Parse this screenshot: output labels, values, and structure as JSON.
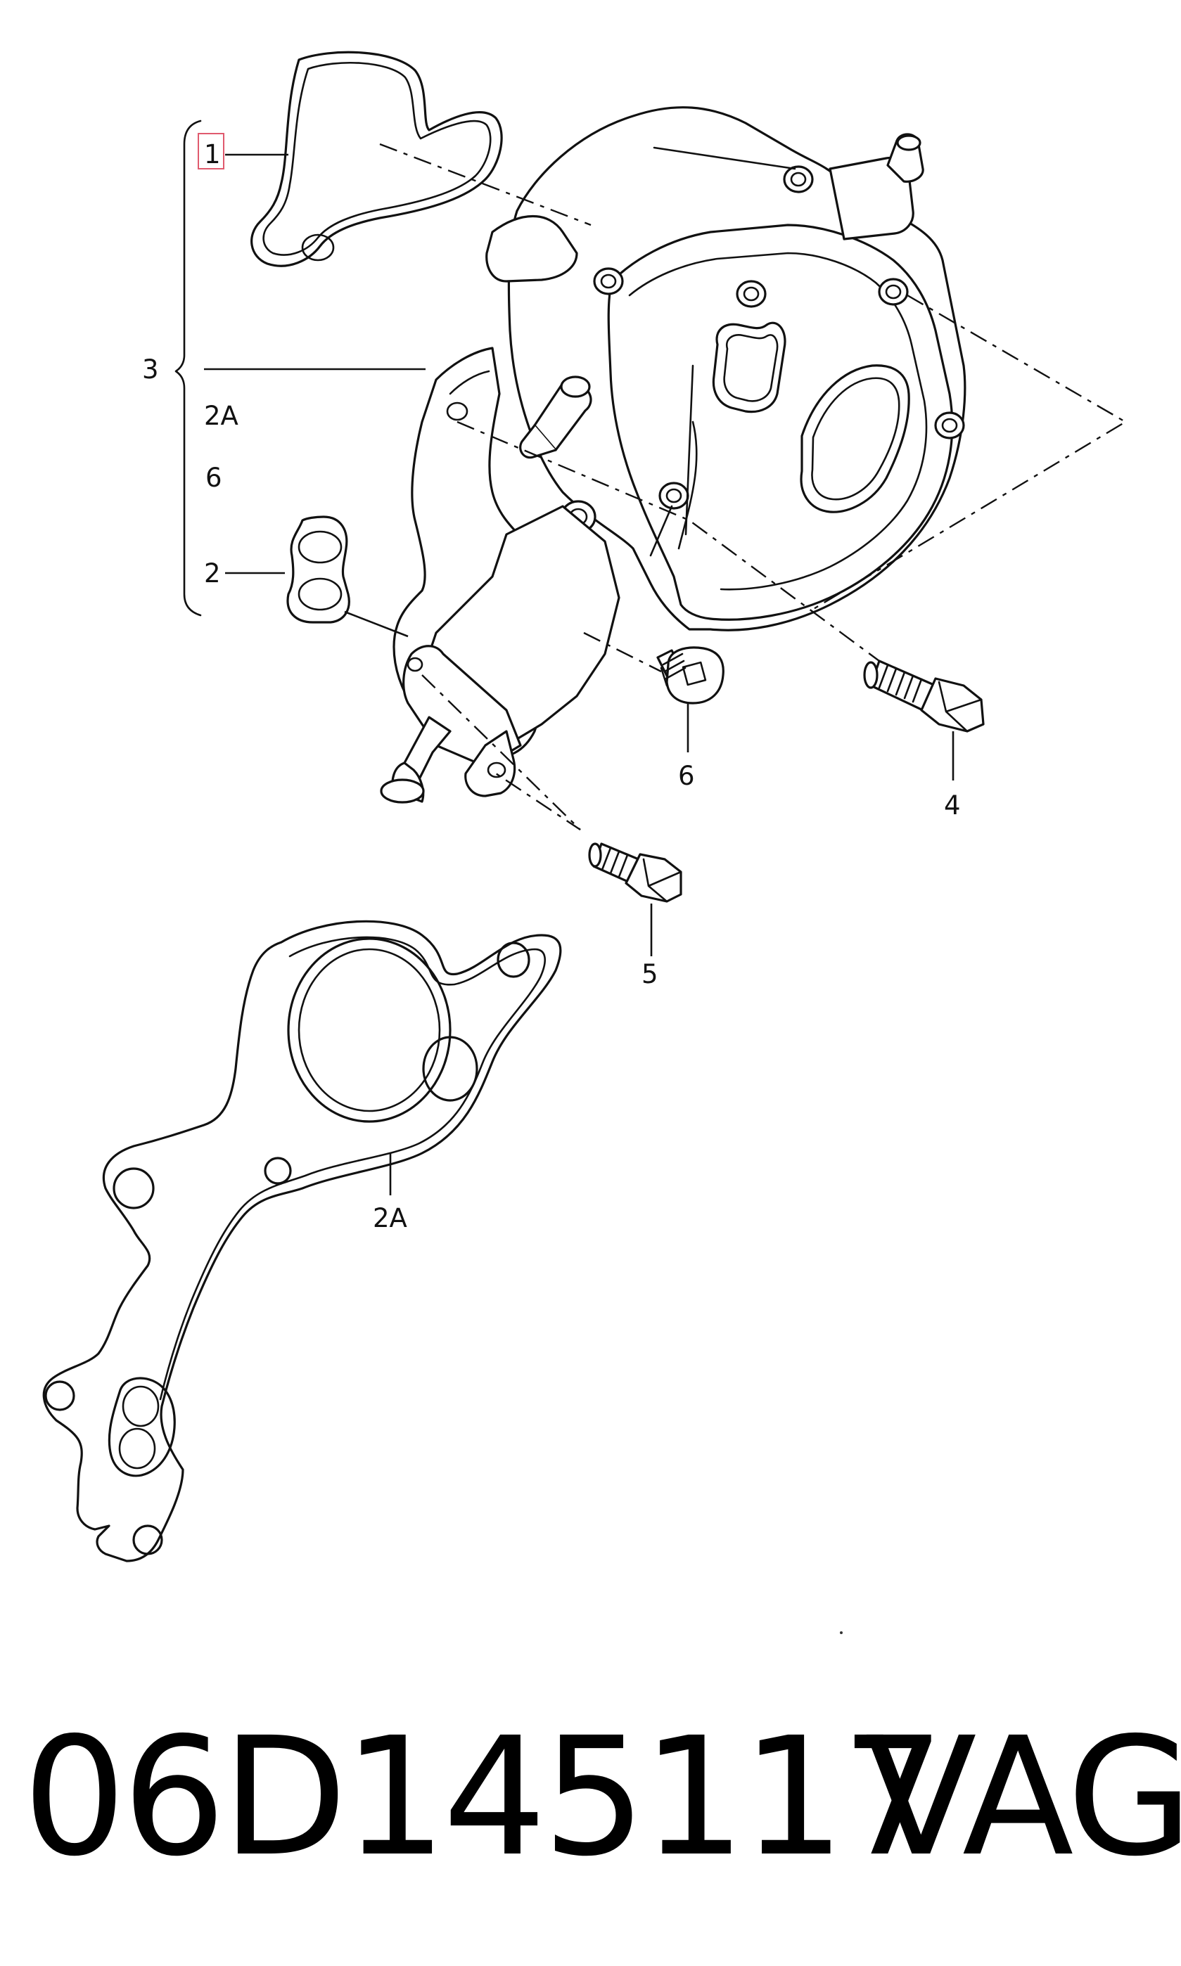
{
  "callouts": {
    "c1": "1",
    "c3": "3",
    "c2a_bracket": "2A",
    "c6_bracket": "6",
    "c2": "2",
    "c6": "6",
    "c4": "4",
    "c5": "5",
    "c2a_gasket": "2A"
  },
  "footer": {
    "part_number": "06D145117",
    "brand": "VAG"
  },
  "colors": {
    "line": "#111111",
    "highlight": "#e05a6e"
  }
}
